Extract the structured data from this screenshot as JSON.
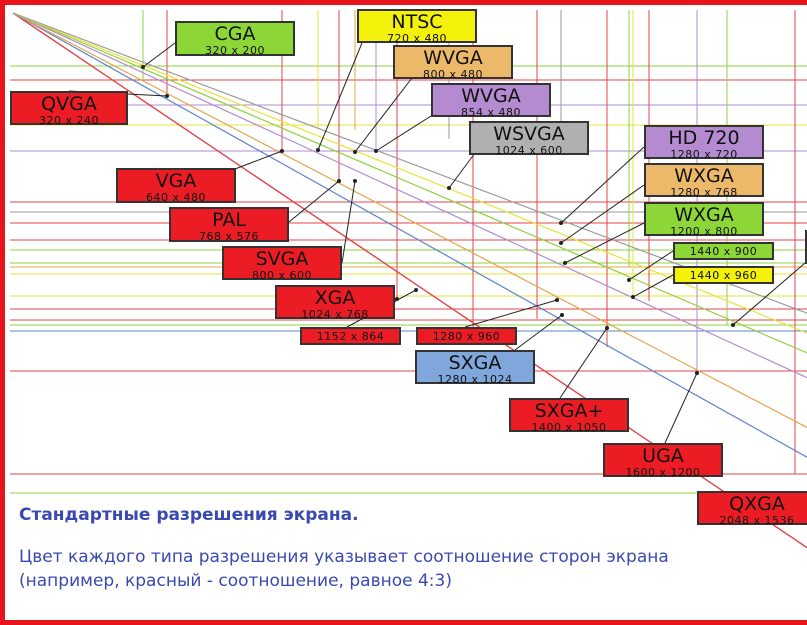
{
  "colors": {
    "r43": "#ec1c24",
    "r1610": "#b48bd0",
    "r85": "#ecb86a",
    "r53": "#8cd637",
    "r54": "#7fa7db",
    "r1710": "#b0b0b0",
    "r32": "#f4f10b",
    "frame": "#e8141b",
    "text": "#3a49b0"
  },
  "resolutions": [
    {
      "id": "cga",
      "name": "CGA",
      "res": "320 x 200",
      "ratio": "r1610"
    },
    {
      "id": "ntsc",
      "name": "NTSC",
      "res": "720 x 480",
      "ratio": "r32"
    },
    {
      "id": "wvga-800",
      "name": "WVGA",
      "res": "800 x 480",
      "ratio": "r53b"
    },
    {
      "id": "qvga",
      "name": "QVGA",
      "res": "320 x 240",
      "ratio": "r43"
    },
    {
      "id": "wvga-854",
      "name": "WVGA",
      "res": "854 x 480",
      "ratio": "r169"
    },
    {
      "id": "wsvga",
      "name": "WSVGA",
      "res": "1024 x 600",
      "ratio": "r1710"
    },
    {
      "id": "hd720",
      "name": "HD 720",
      "res": "1280 x 720",
      "ratio": "r169"
    },
    {
      "id": "vga",
      "name": "VGA",
      "res": "640 x 480",
      "ratio": "r43"
    },
    {
      "id": "wxga-768",
      "name": "WXGA",
      "res": "1280 x 768",
      "ratio": "r53b"
    },
    {
      "id": "pal",
      "name": "PAL",
      "res": "768 x 576",
      "ratio": "r43"
    },
    {
      "id": "wxga-800",
      "name": "WXGA",
      "res": "1200 x 800",
      "ratio": "r1610"
    },
    {
      "id": "1440x900",
      "name": "",
      "res": "1440 x 900",
      "ratio": "r1610"
    },
    {
      "id": "svga",
      "name": "SVGA",
      "res": "800 x 600",
      "ratio": "r43"
    },
    {
      "id": "1440x960",
      "name": "",
      "res": "1440 x 960",
      "ratio": "r32"
    },
    {
      "id": "xga",
      "name": "XGA",
      "res": "1024 x 768",
      "ratio": "r43"
    },
    {
      "id": "1152x864",
      "name": "",
      "res": "1152 x 864",
      "ratio": "r43"
    },
    {
      "id": "1280x960",
      "name": "",
      "res": "1280 x 960",
      "ratio": "r43"
    },
    {
      "id": "sxga",
      "name": "SXGA",
      "res": "1280 x 1024",
      "ratio": "r54"
    },
    {
      "id": "sxgaplus",
      "name": "SXGA+",
      "res": "1400 x 1050",
      "ratio": "r43"
    },
    {
      "id": "uga",
      "name": "UGA",
      "res": "1600 x 1200",
      "ratio": "r43"
    },
    {
      "id": "qxga",
      "name": "QXGA",
      "res": "2048 x 1536",
      "ratio": "r43"
    }
  ],
  "caption": {
    "title": "Стандартные разрешения экрана.",
    "description": "Цвет каждого типа разрешения указывает соотношение сторон экрана\n(например, красный - соотношение, равное 4:3)"
  }
}
